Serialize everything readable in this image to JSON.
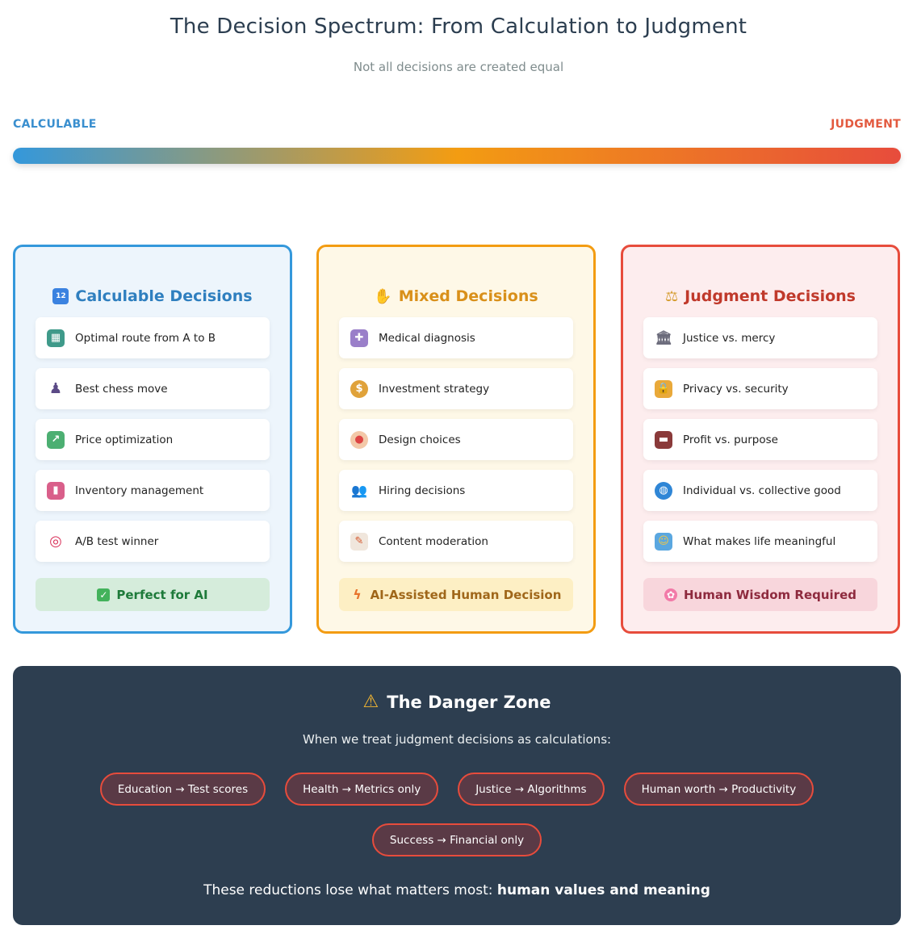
{
  "header": {
    "title": "The Decision Spectrum: From Calculation to Judgment",
    "subtitle": "Not all decisions are created equal"
  },
  "spectrum": {
    "left_label": "CALCULABLE",
    "right_label": "JUDGMENT",
    "colors": [
      "#3498db",
      "#f39c12",
      "#e74c3c"
    ]
  },
  "cards": [
    {
      "title": "Calculable Decisions",
      "icon": "numbers-icon",
      "items": [
        {
          "label": "Optimal route from A to B",
          "icon": "map-icon"
        },
        {
          "label": "Best chess move",
          "icon": "chess-pawn-icon"
        },
        {
          "label": "Price optimization",
          "icon": "chart-up-icon"
        },
        {
          "label": "Inventory management",
          "icon": "bar-chart-icon"
        },
        {
          "label": "A/B test winner",
          "icon": "target-icon"
        }
      ],
      "verdict": "Perfect for AI",
      "verdict_icon": "check-icon"
    },
    {
      "title": "Mixed Decisions",
      "icon": "handshake-icon",
      "items": [
        {
          "label": "Medical diagnosis",
          "icon": "medical-icon"
        },
        {
          "label": "Investment strategy",
          "icon": "money-bag-icon"
        },
        {
          "label": "Design choices",
          "icon": "palette-icon"
        },
        {
          "label": "Hiring decisions",
          "icon": "people-icon"
        },
        {
          "label": "Content moderation",
          "icon": "memo-icon"
        }
      ],
      "verdict": "AI-Assisted Human Decision",
      "verdict_icon": "lightning-icon"
    },
    {
      "title": "Judgment Decisions",
      "icon": "scales-icon",
      "items": [
        {
          "label": "Justice vs. mercy",
          "icon": "courthouse-icon"
        },
        {
          "label": "Privacy vs. security",
          "icon": "lock-icon"
        },
        {
          "label": "Profit vs. purpose",
          "icon": "briefcase-icon"
        },
        {
          "label": "Individual vs. collective good",
          "icon": "globe-icon"
        },
        {
          "label": "What makes life meaningful",
          "icon": "theater-masks-icon"
        }
      ],
      "verdict": "Human Wisdom Required",
      "verdict_icon": "brain-icon"
    }
  ],
  "danger": {
    "title": "The Danger Zone",
    "icon": "warning-icon",
    "subtitle": "When we treat judgment decisions as calculations:",
    "pills": [
      "Education → Test scores",
      "Health → Metrics only",
      "Justice → Algorithms",
      "Human worth → Productivity",
      "Success → Financial only"
    ],
    "footer_prefix": "These reductions lose what matters most: ",
    "footer_emphasis": "human values and meaning"
  }
}
